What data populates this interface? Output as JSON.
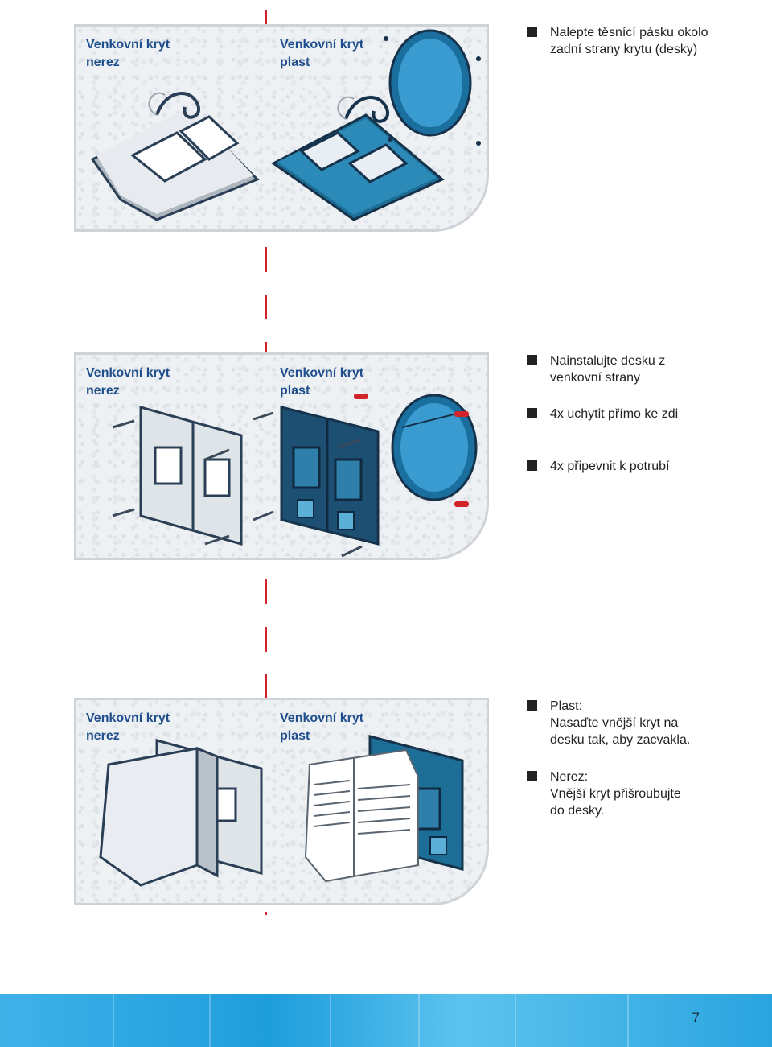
{
  "panels": [
    {
      "label_left": [
        "Venkovní kryt",
        "nerez"
      ],
      "label_right": [
        "Venkovní kryt",
        "plast"
      ]
    },
    {
      "label_left": [
        "Venkovní kryt",
        "nerez"
      ],
      "label_right": [
        "Venkovní kryt",
        "plast"
      ]
    },
    {
      "label_left": [
        "Venkovní kryt",
        "nerez"
      ],
      "label_right": [
        "Venkovní kryt",
        "plast"
      ]
    }
  ],
  "instructions": {
    "step1": [
      "Nalepte těsnící pásku okolo",
      "zadní strany krytu (desky)"
    ],
    "step2": [
      "Nainstalujte desku z",
      "venkovní strany"
    ],
    "step3": [
      "4x uchytit přímo ke zdi"
    ],
    "step4": [
      "4x připevnit k potrubí"
    ],
    "step5": [
      "Plast:",
      "Nasaďte vnější kryt na",
      "desku tak, aby zacvakla."
    ],
    "step6": [
      "Nerez:",
      "Vnější kryt přišroubujte",
      "do desky."
    ]
  },
  "footer": {
    "page_number": "7"
  },
  "colors": {
    "label_blue": "#1f4e8c",
    "divider_red": "#d2232a",
    "footer_blue": "#1e9ddc",
    "plate_blue": "#2b7fa8"
  }
}
